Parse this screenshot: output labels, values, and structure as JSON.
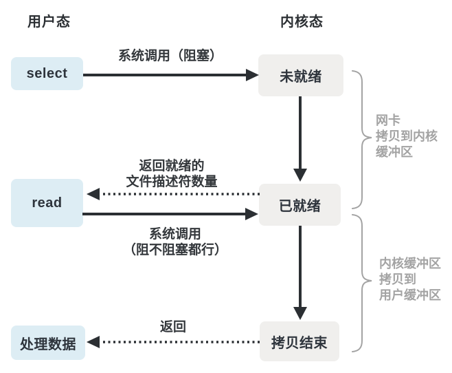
{
  "headers": {
    "user_mode": "用户态",
    "kernel_mode": "内核态"
  },
  "boxes": {
    "select": "select",
    "read": "read",
    "process_data": "处理数据",
    "not_ready": "未就绪",
    "ready": "已就绪",
    "copy_done": "拷贝结束"
  },
  "edges": {
    "select_syscall": {
      "line1": "系统调用（阻塞）"
    },
    "return_ready": {
      "line1": "返回就绪的",
      "line2": "文件描述符数量"
    },
    "read_syscall": {
      "line1": "系统调用",
      "line2": "（阻不阻塞都行）"
    },
    "return_done": {
      "line1": "返回"
    }
  },
  "braces": {
    "nic_copy": {
      "line1": "网卡",
      "line2": "拷贝到内核",
      "line3": "缓冲区"
    },
    "kernel_copy": {
      "line1": "内核缓冲区",
      "line2": "拷贝到",
      "line3": "用户缓冲区"
    }
  },
  "colors": {
    "user_box_bg": "#ddedf4",
    "kernel_box_bg": "#f0efed",
    "arrow": "#2b2f33",
    "brace": "#a3a3a3",
    "dark_text": "#2e343c",
    "gray_text": "#a3a3a3",
    "background": "#ffffff"
  }
}
